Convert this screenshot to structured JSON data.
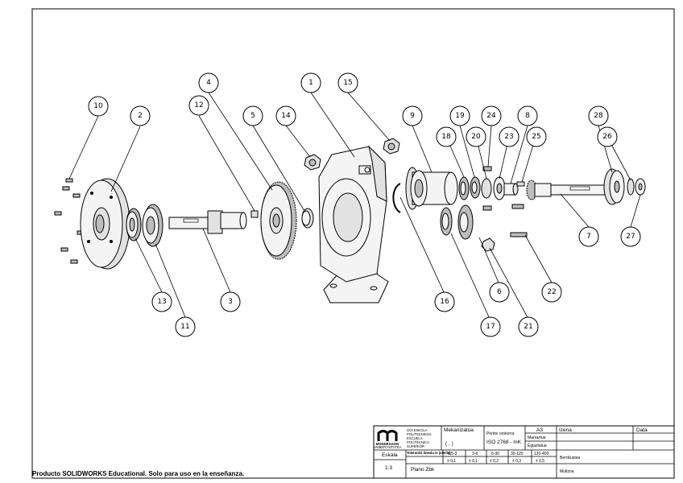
{
  "balloons": [
    {
      "id": "balloon-1",
      "label": "1"
    },
    {
      "id": "balloon-2",
      "label": "2"
    },
    {
      "id": "balloon-3",
      "label": "3"
    },
    {
      "id": "balloon-4",
      "label": "4"
    },
    {
      "id": "balloon-5",
      "label": "5"
    },
    {
      "id": "balloon-6",
      "label": "6"
    },
    {
      "id": "balloon-7",
      "label": "7"
    },
    {
      "id": "balloon-8",
      "label": "8"
    },
    {
      "id": "balloon-9",
      "label": "9"
    },
    {
      "id": "balloon-10",
      "label": "10"
    },
    {
      "id": "balloon-11",
      "label": "11"
    },
    {
      "id": "balloon-12",
      "label": "12"
    },
    {
      "id": "balloon-13",
      "label": "13"
    },
    {
      "id": "balloon-14",
      "label": "14"
    },
    {
      "id": "balloon-15",
      "label": "15"
    },
    {
      "id": "balloon-16",
      "label": "16"
    },
    {
      "id": "balloon-17",
      "label": "17"
    },
    {
      "id": "balloon-18",
      "label": "18"
    },
    {
      "id": "balloon-19",
      "label": "19"
    },
    {
      "id": "balloon-20",
      "label": "20"
    },
    {
      "id": "balloon-21",
      "label": "21"
    },
    {
      "id": "balloon-22",
      "label": "22"
    },
    {
      "id": "balloon-23",
      "label": "23"
    },
    {
      "id": "balloon-24",
      "label": "24"
    },
    {
      "id": "balloon-25",
      "label": "25"
    },
    {
      "id": "balloon-26",
      "label": "26"
    },
    {
      "id": "balloon-27",
      "label": "27"
    },
    {
      "id": "balloon-28",
      "label": "28"
    }
  ],
  "title_block": {
    "logo_name": "MONDRAGON",
    "logo_sub": "UNIBERTSITATEA",
    "school_line1": "GOI ESKOLA",
    "school_line2": "POLITEKNIKOA",
    "school_line3": "ESCUELA",
    "school_line4": "POLITÉCNICA",
    "school_line5": "SUPERIOR",
    "mekanizatua": "Mekanizatua",
    "rough_symbol": "(  ,  )",
    "perdoi_label": "Perdoi orokorra",
    "perdoi_value": "ISO 2768 - mK",
    "size": "A3",
    "marraztua": "Marraztua",
    "egiaztatua": "Egiaztatua",
    "izena": "Izena",
    "data": "Data",
    "tol_label": "Tolerantzi lineala m (media)",
    "tol_ranges": [
      "0,5-3",
      "3-6",
      "6-30",
      "30-120",
      "120-400"
    ],
    "tol_values": [
      "± 0,1",
      "± 0,1",
      "± 0,2",
      "± 0,3",
      "± 0,5"
    ],
    "eskala_label": "Eskala",
    "eskala_value": "1:3",
    "plano_label": "Plano Zbk",
    "berrikustea": "Berrikustea",
    "multzoa": "Multzoa"
  },
  "watermark": "Producto SOLIDWORKS Educational. Solo para uso en la enseñanza."
}
